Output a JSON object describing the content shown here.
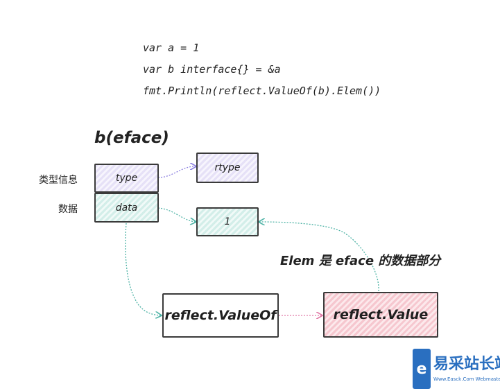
{
  "code": {
    "line1": "var a = 1",
    "line2": "var b interface{} = &a",
    "line3": "fmt.Println(reflect.ValueOf(b).Elem())"
  },
  "diagram": {
    "title": "b(eface)",
    "labels": {
      "type_info": "类型信息",
      "data": "数据"
    },
    "eface_fields": {
      "type": "type",
      "data": "data"
    },
    "rtype_box": "rtype",
    "value_box": "1",
    "valueof_box": "reflect.ValueOf",
    "value_struct_box": "reflect.Value",
    "elem_note": "Elem 是 eface 的数据部分"
  },
  "colors": {
    "purple_fill": "#e6e1f7",
    "teal_fill": "#d3eee9",
    "pink_fill": "#f6c7cf",
    "arrow_purple": "#8b7fe0",
    "arrow_teal": "#4fb3a6",
    "arrow_pink": "#e07aa6"
  },
  "watermark": {
    "name": "易采站长站",
    "sub": "Www.Easck.Com Webmaster"
  }
}
